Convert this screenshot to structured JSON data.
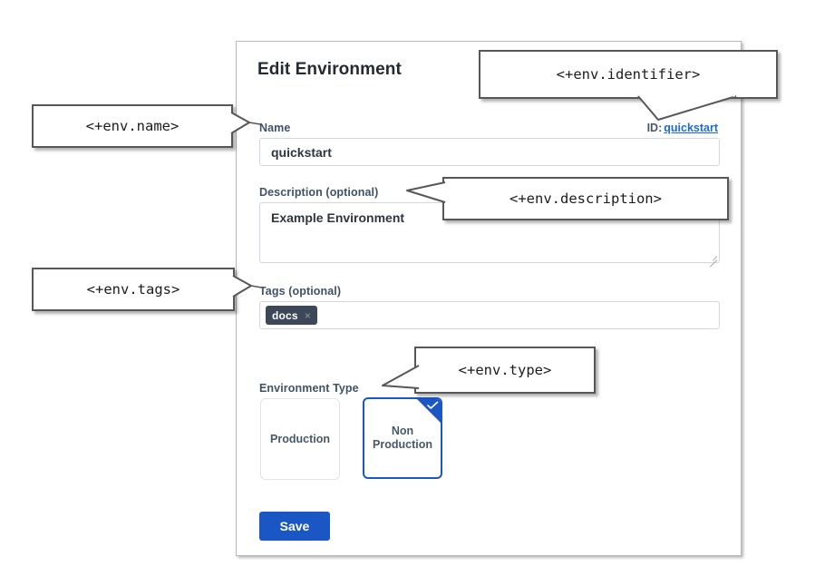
{
  "dialog": {
    "title": "Edit Environment",
    "id_prefix": "ID:",
    "id_value": "quickstart",
    "fields": {
      "name": {
        "label": "Name",
        "value": "quickstart",
        "placeholder": ""
      },
      "description": {
        "label": "Description (optional)",
        "value": "Example Environment",
        "placeholder": ""
      },
      "tags": {
        "label": "Tags (optional)",
        "chips": [
          {
            "label": "docs",
            "remove_icon": "×"
          }
        ]
      },
      "environment_type": {
        "label": "Environment Type",
        "options": [
          {
            "label": "Production",
            "selected": false
          },
          {
            "label": "Non\nProduction",
            "line1": "Non",
            "line2": "Production",
            "selected": true
          }
        ]
      }
    },
    "save_label": "Save"
  },
  "callouts": {
    "name": "<+env.name>",
    "identifier": "<+env.identifier>",
    "description": "<+env.description>",
    "tags": "<+env.tags>",
    "type": "<+env.type>"
  },
  "colors": {
    "accent_blue": "#1a56c4",
    "link_blue": "#1a6bd6",
    "label_slate": "#3f5366",
    "chip_dark": "#3c4858",
    "callout_border": "#575757"
  }
}
